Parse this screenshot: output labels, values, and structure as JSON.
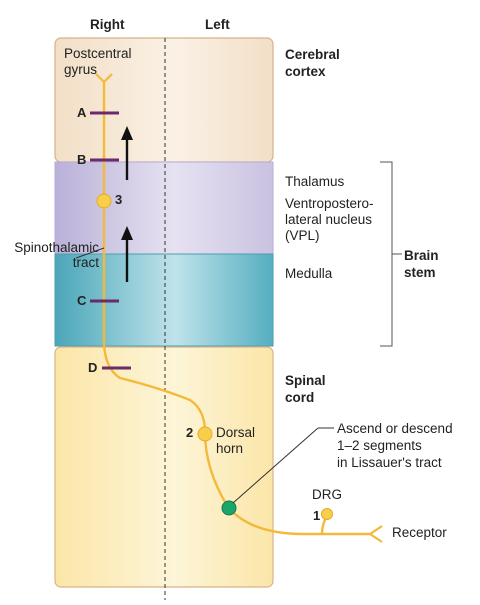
{
  "headers": {
    "right": "Right",
    "left": "Left"
  },
  "regions": {
    "cerebral_cortex": "Cerebral\ncortex",
    "thalamus": "Thalamus",
    "vpl": "Ventropostero-\nlateral nucleus\n(VPL)",
    "medulla": "Medulla",
    "brain_stem": "Brain\nstem",
    "spinal_cord": "Spinal\ncord"
  },
  "labels": {
    "postcentral_gyrus": "Postcentral\ngyrus",
    "spinothalamic_tract": "Spinothalamic\ntract",
    "dorsal_horn": "Dorsal\nhorn",
    "lissauer": "Ascend or descend\n1–2 segments\nin Lissauer's tract",
    "drg": "DRG",
    "receptor": "Receptor"
  },
  "lesion_markers": [
    "A",
    "B",
    "C",
    "D"
  ],
  "neuron_numbers": [
    "1",
    "2",
    "3"
  ],
  "colors": {
    "cortex_fill": "#f3e3cf",
    "cortex_stroke": "#d9b98f",
    "thalamus_fill": "#cfc9e4",
    "medulla_fill": "#5fb3c3",
    "spinal_fill": "#fbe9b4",
    "spinal_stroke": "#d9b98f",
    "fiber": "#f4b93a",
    "lesion": "#6a2a6b",
    "synapse_green": "#1aa56a"
  }
}
